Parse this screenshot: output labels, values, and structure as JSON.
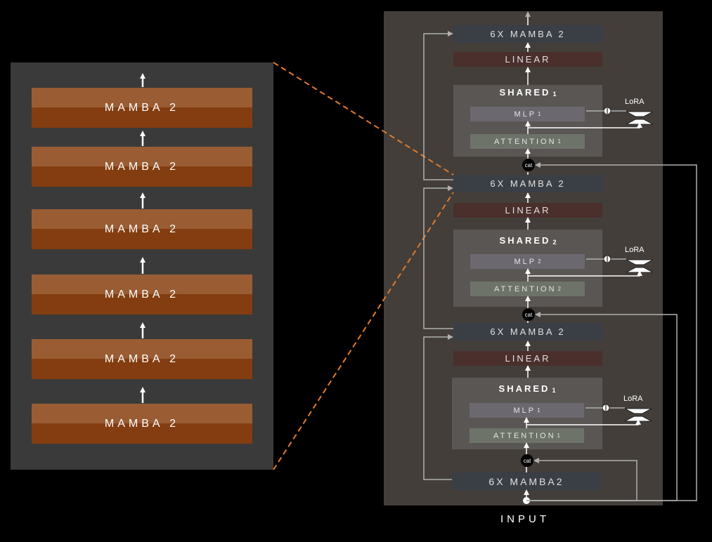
{
  "left": {
    "blocks": [
      {
        "label": "MAMBA 2"
      },
      {
        "label": "MAMBA 2"
      },
      {
        "label": "MAMBA 2"
      },
      {
        "label": "MAMBA 2"
      },
      {
        "label": "MAMBA 2"
      },
      {
        "label": "MAMBA 2"
      }
    ]
  },
  "right": {
    "top_mamba": "6X MAMBA 2",
    "linear_top": "LINEAR",
    "shared_a": {
      "title": "SHARED",
      "sub": "1",
      "mlp": "MLP",
      "mlp_sub": "1",
      "attn": "ATTENTION",
      "attn_sub": "1",
      "lora": "LoRA"
    },
    "mid_mamba": "6X MAMBA 2",
    "linear_mid": "LINEAR",
    "shared_b": {
      "title": "SHARED",
      "sub": "2",
      "mlp": "MLP",
      "mlp_sub": "2",
      "attn": "ATTENTION",
      "attn_sub": "2",
      "lora": "LoRA"
    },
    "low_mamba": "6X MAMBA 2",
    "linear_low": "LINEAR",
    "shared_c": {
      "title": "SHARED",
      "sub": "1",
      "mlp": "MLP",
      "mlp_sub": "1",
      "attn": "ATTENTION",
      "attn_sub": "1",
      "lora": "LoRA"
    },
    "bottom_mamba": "6X MAMBA2",
    "cat_label": "cat"
  },
  "input_label": "INPUT",
  "colors": {
    "mamba_top": "#9a5c33",
    "mamba_bottom": "#833d10",
    "zoom_line": "#e07a2c",
    "wire": "#b0b0b0"
  }
}
